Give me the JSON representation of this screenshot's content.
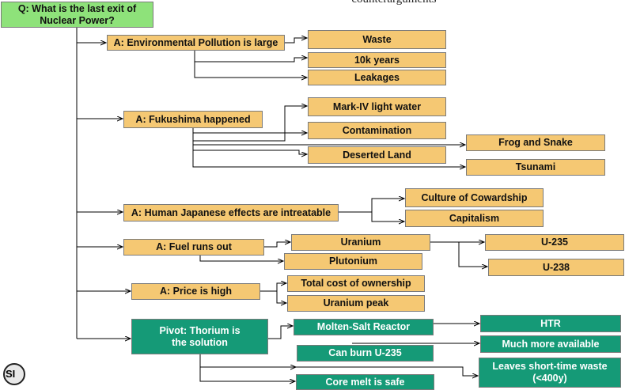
{
  "caption": "counterarguments",
  "question": "Q: What is the last exit of Nuclear Power?",
  "branches": {
    "pollution": {
      "label": "A: Environmental Pollution is large",
      "children": [
        "Waste",
        "10k years",
        "Leakages"
      ]
    },
    "fukushima": {
      "label": "A: Fukushima happened",
      "children": [
        "Mark-IV light water",
        "Contamination",
        "Deserted Land",
        "Frog and Snake",
        "Tsunami"
      ]
    },
    "human": {
      "label": "A: Human Japanese effects are intreatable",
      "children": [
        "Culture of Cowardship",
        "Capitalism"
      ]
    },
    "fuel": {
      "label": "A: Fuel runs out",
      "children": [
        "Uranium",
        "Plutonium"
      ],
      "uranium_children": [
        "U-235",
        "U-238"
      ]
    },
    "price": {
      "label": "A: Price is high",
      "children": [
        "Total cost of ownership",
        "Uranium peak"
      ]
    },
    "pivot": {
      "label": "Pivot: Thorium is the solution",
      "children": [
        "Molten-Salt Reactor",
        "Can burn U-235",
        "Core melt is safe"
      ],
      "outcomes": [
        "HTR",
        "Much more available",
        "Leaves short-time waste (<400y)"
      ]
    }
  },
  "logo_text": "SI",
  "colors": {
    "answer": "#f5c873",
    "pivot": "#159a77",
    "question": "#8ee27a"
  }
}
